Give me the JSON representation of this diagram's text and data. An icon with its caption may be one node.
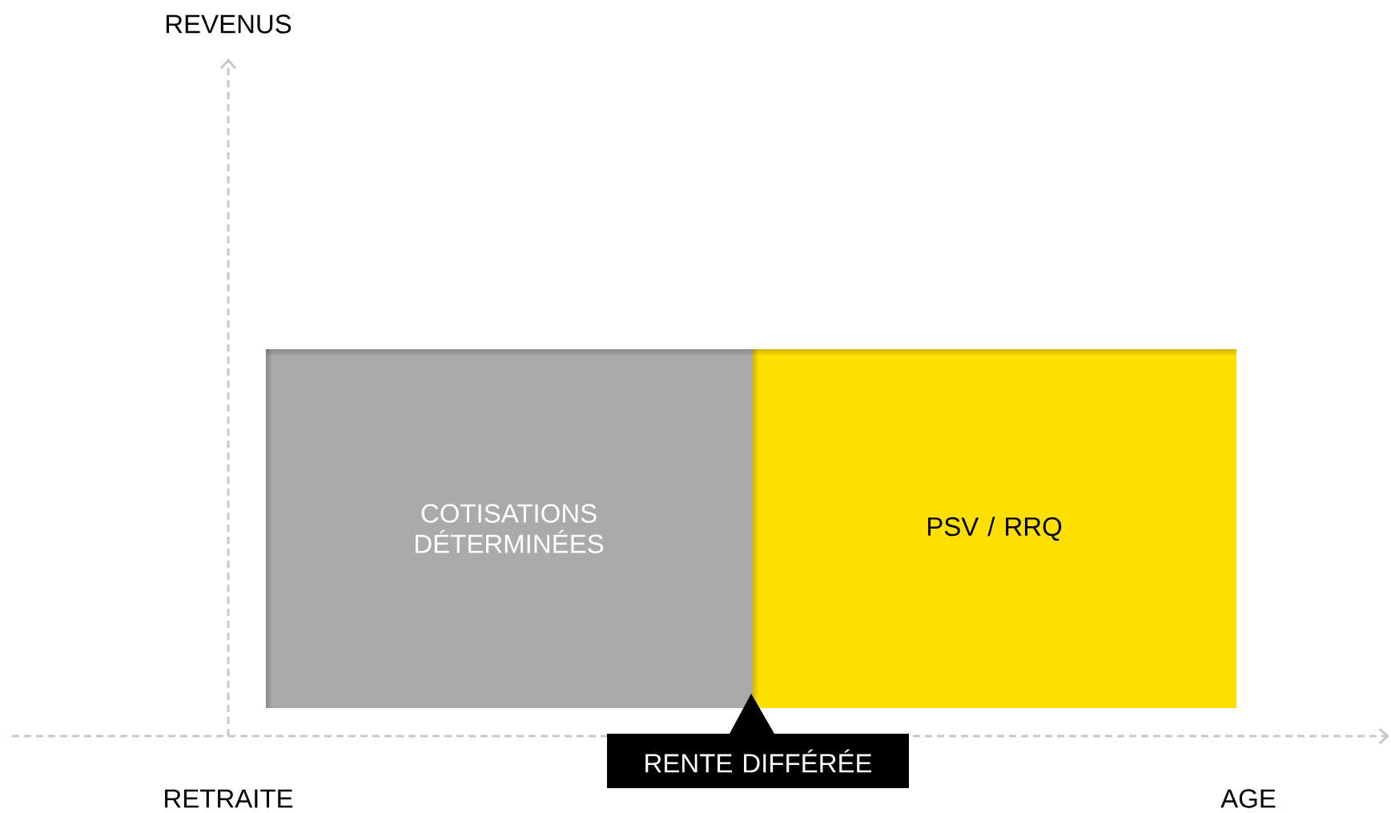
{
  "diagram": {
    "nodes": [
      {
        "text": [
          "COTISATIONS DÉTERMINÉES"
        ]
      },
      {
        "text": [
          "PSV / RRQ"
        ]
      },
      {
        "text": [
          "RENTE DIFFÉRÉE"
        ]
      }
    ],
    "edges": [],
    "labels": [
      "REVENUS",
      "RETRAITE",
      "AGE"
    ]
  }
}
